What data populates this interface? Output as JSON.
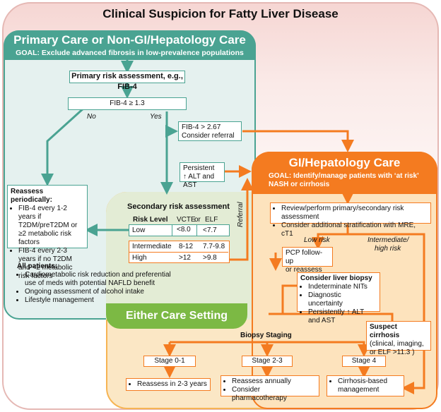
{
  "title": "Clinical Suspicion for Fatty Liver Disease",
  "primary": {
    "heading": "Primary Care or Non-GI/Hepatology Care",
    "goal": "GOAL: Exclude advanced fibrosis in low-prevalence populations"
  },
  "gi": {
    "heading": "GI/Hepatology Care",
    "goal_line1": "GOAL: Identify/manage patients with ‘at risk’",
    "goal_line2": "NASH or cirrhosis"
  },
  "either": {
    "label": "Either Care Setting"
  },
  "colors": {
    "teal": "#4aa392",
    "orange": "#f47b20",
    "green": "#7cb944",
    "peach": "#fbe7c5"
  },
  "boxes": {
    "primary_risk": "Primary risk assessment, e.g., FIB-4",
    "fib_ge": "FIB-4 ≥ 1.3",
    "no": "No",
    "yes": "Yes",
    "fib_gt_1": "FIB-4 > 2.67",
    "fib_gt_2": "Consider referral",
    "persistent_1": "Persistent",
    "persistent_2": "↑ ALT and AST",
    "reassess_title": "Reassess periodically:",
    "reassess_items": [
      "FIB-4 every 1-2 years if T2DM/preT2DM or ≥2 metabolic risk factors",
      "FIB-4 every 2-3 years if no T2DM and <2 metabolic risk factors"
    ],
    "all_title": "All patients:",
    "all_items": [
      "Cardiometabolic risk reduction and preferential use of meds with potential NAFLD benefit",
      "Ongoing assessment of alcohol intake",
      "Lifestyle management"
    ],
    "secondary_title": "Secondary risk assessment",
    "referral": "Referral",
    "review_items": [
      "Review/perform primary/secondary risk assessment",
      "Consider additional stratification with MRE, cT1"
    ],
    "low_risk": "Low risk",
    "intermediate_1": "Intermediate/",
    "intermediate_2": "high risk",
    "pcp_1": "PCP follow-up",
    "pcp_2": "or reassess",
    "biopsy_title": "Consider liver biopsy",
    "biopsy_items": [
      "Indeterminate NITs",
      "Diagnostic uncertainty",
      "Persistently ↑ ALT and AST"
    ],
    "cirrhosis_title": "Suspect cirrhosis",
    "cirrhosis_1": "(clinical, imaging,",
    "cirrhosis_2": "or ELF >11.3 )",
    "staging": "Biopsy Staging",
    "stage01": "Stage 0-1",
    "stage23": "Stage 2-3",
    "stage4": "Stage 4",
    "out01": "Reassess in 2-3 years",
    "out23": [
      "Reassess annually",
      "Consider pharmacotherapy"
    ],
    "out4": "Cirrhosis-based management"
  },
  "risk_table": {
    "headers": [
      "Risk Level",
      "VCTE",
      "or",
      "ELF"
    ],
    "rows": [
      [
        "Low",
        "<8.0",
        "<7.7"
      ],
      [
        "Intermediate",
        "8-12",
        "7.7-9.8"
      ],
      [
        "High",
        ">12",
        ">9.8"
      ]
    ]
  }
}
